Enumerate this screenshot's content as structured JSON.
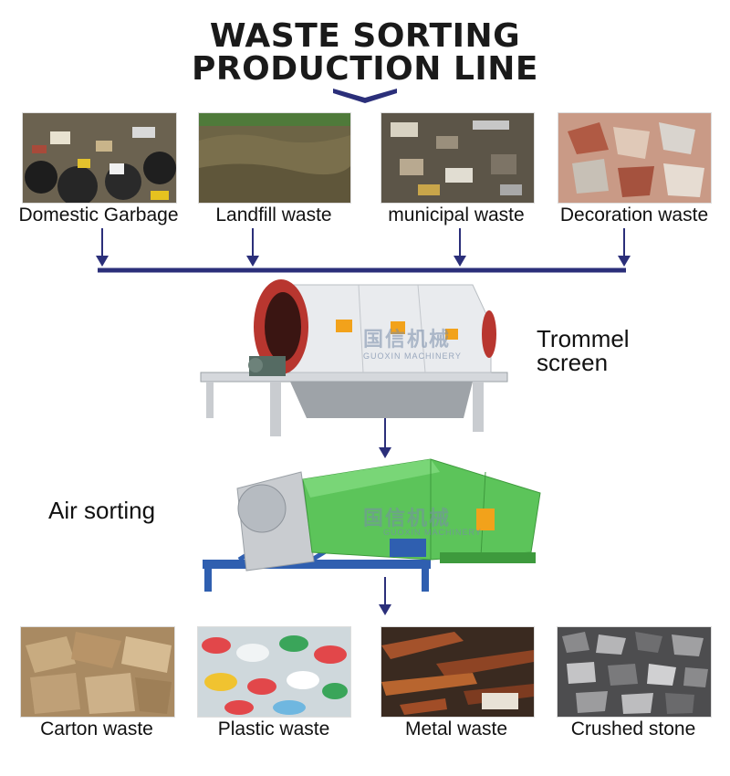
{
  "title": {
    "line1": "WASTE SORTING",
    "line2": "PRODUCTION LINE"
  },
  "inputs": [
    {
      "label": "Domestic Garbage",
      "icon": "domestic-garbage-photo"
    },
    {
      "label": "Landfill waste",
      "icon": "landfill-waste-photo"
    },
    {
      "label": "municipal waste",
      "icon": "municipal-waste-photo"
    },
    {
      "label": "Decoration waste",
      "icon": "decoration-waste-photo"
    }
  ],
  "machines": {
    "trommel": {
      "label_line1": "Trommel",
      "label_line2": "screen"
    },
    "air": {
      "label": "Air sorting"
    }
  },
  "watermark": {
    "cn": "国信机械",
    "en": "GUOXIN MACHINERY"
  },
  "outputs": [
    {
      "label": "Carton waste",
      "icon": "carton-waste-photo"
    },
    {
      "label": "Plastic waste",
      "icon": "plastic-waste-photo"
    },
    {
      "label": "Metal waste",
      "icon": "metal-waste-photo"
    },
    {
      "label": "Crushed stone",
      "icon": "crushed-stone-photo"
    }
  ],
  "colors": {
    "flow": "#2b2f7a",
    "trommel_body": "#e6e8eb",
    "trommel_drum": "#b8362f",
    "air_sorter": "#5cc45a",
    "accent_orange": "#f2a21b"
  }
}
